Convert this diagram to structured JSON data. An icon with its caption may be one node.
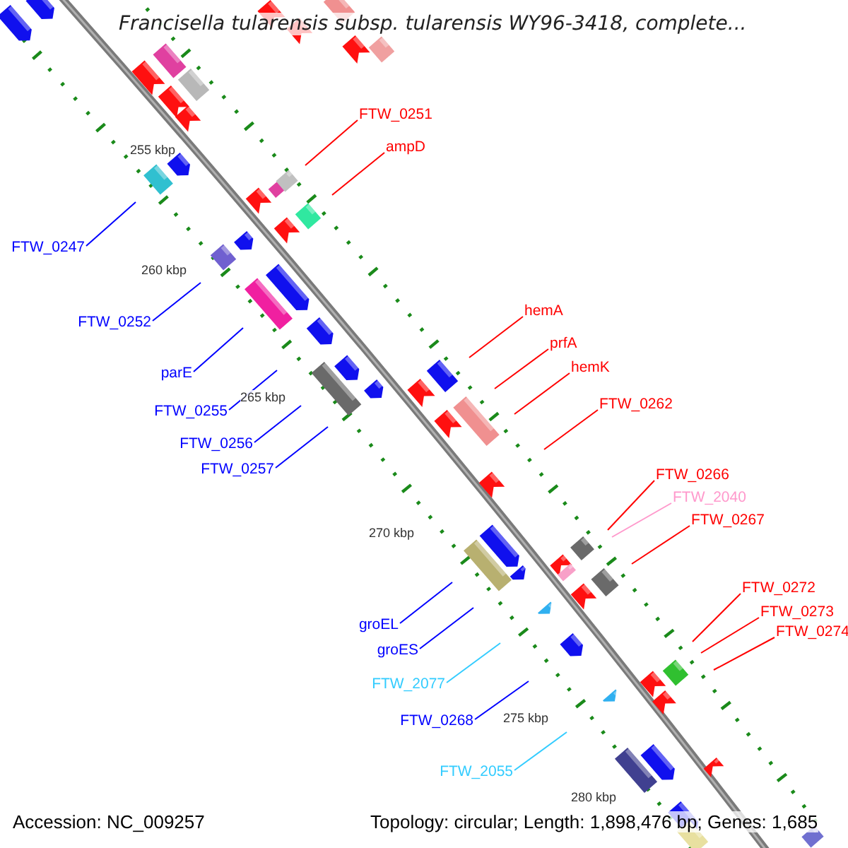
{
  "diagram": {
    "title": "Francisella tularensis subsp. tularensis WY96-3418, complete...",
    "nodes": [
      {
        "text": [
          "FTW_0251"
        ]
      },
      {
        "text": [
          "ampD"
        ]
      },
      {
        "text": [
          "FTW_0247"
        ]
      },
      {
        "text": [
          "FTW_0252"
        ]
      },
      {
        "text": [
          "parE"
        ]
      },
      {
        "text": [
          "FTW_0255"
        ]
      },
      {
        "text": [
          "FTW_0256"
        ]
      },
      {
        "text": [
          "FTW_0257"
        ]
      },
      {
        "text": [
          "hemA"
        ]
      },
      {
        "text": [
          "prfA"
        ]
      },
      {
        "text": [
          "hemK"
        ]
      },
      {
        "text": [
          "FTW_0262"
        ]
      },
      {
        "text": [
          "FTW_0266"
        ]
      },
      {
        "text": [
          "FTW_2040"
        ]
      },
      {
        "text": [
          "FTW_0267"
        ]
      },
      {
        "text": [
          "FTW_0272"
        ]
      },
      {
        "text": [
          "FTW_0273"
        ]
      },
      {
        "text": [
          "FTW_0274"
        ]
      },
      {
        "text": [
          "groEL"
        ]
      },
      {
        "text": [
          "groES"
        ]
      },
      {
        "text": [
          "FTW_2077"
        ]
      },
      {
        "text": [
          "FTW_0268"
        ]
      },
      {
        "text": [
          "FTW_2055"
        ]
      }
    ],
    "edges": [
      {
        "from": 0,
        "to": null,
        "arrow": "none",
        "color": "#ff0000"
      },
      {
        "from": 1,
        "to": null,
        "arrow": "none",
        "color": "#ff0000"
      },
      {
        "from": 2,
        "to": null,
        "arrow": "none",
        "color": "#0000ff"
      },
      {
        "from": 3,
        "to": null,
        "arrow": "none",
        "color": "#0000ff"
      },
      {
        "from": 4,
        "to": null,
        "arrow": "none",
        "color": "#0000ff"
      },
      {
        "from": 5,
        "to": null,
        "arrow": "none",
        "color": "#0000ff"
      },
      {
        "from": 6,
        "to": null,
        "arrow": "none",
        "color": "#0000ff"
      },
      {
        "from": 7,
        "to": null,
        "arrow": "none",
        "color": "#0000ff"
      },
      {
        "from": 8,
        "to": null,
        "arrow": "none",
        "color": "#ff0000"
      },
      {
        "from": 9,
        "to": null,
        "arrow": "none",
        "color": "#ff0000"
      },
      {
        "from": 10,
        "to": null,
        "arrow": "none",
        "color": "#ff0000"
      },
      {
        "from": 11,
        "to": null,
        "arrow": "none",
        "color": "#ff0000"
      },
      {
        "from": 12,
        "to": null,
        "arrow": "none",
        "color": "#ff0000"
      },
      {
        "from": 13,
        "to": null,
        "arrow": "none",
        "color": "#ff99cc"
      },
      {
        "from": 14,
        "to": null,
        "arrow": "none",
        "color": "#ff0000"
      },
      {
        "from": 15,
        "to": null,
        "arrow": "none",
        "color": "#ff0000"
      },
      {
        "from": 16,
        "to": null,
        "arrow": "none",
        "color": "#ff0000"
      },
      {
        "from": 17,
        "to": null,
        "arrow": "none",
        "color": "#ff0000"
      },
      {
        "from": 18,
        "to": null,
        "arrow": "none",
        "color": "#0000ff"
      },
      {
        "from": 19,
        "to": null,
        "arrow": "none",
        "color": "#0000ff"
      },
      {
        "from": 20,
        "to": null,
        "arrow": "none",
        "color": "#33ccff"
      },
      {
        "from": 21,
        "to": null,
        "arrow": "none",
        "color": "#0000ff"
      },
      {
        "from": 22,
        "to": null,
        "arrow": "none",
        "color": "#33ccff"
      }
    ],
    "labels": [
      "255 kbp",
      "260 kbp",
      "265 kbp",
      "270 kbp",
      "275 kbp",
      "280 kbp",
      "Accession: NC_009257",
      "Topology: circular; Length: 1,898,476 bp; Genes: 1,685"
    ]
  }
}
